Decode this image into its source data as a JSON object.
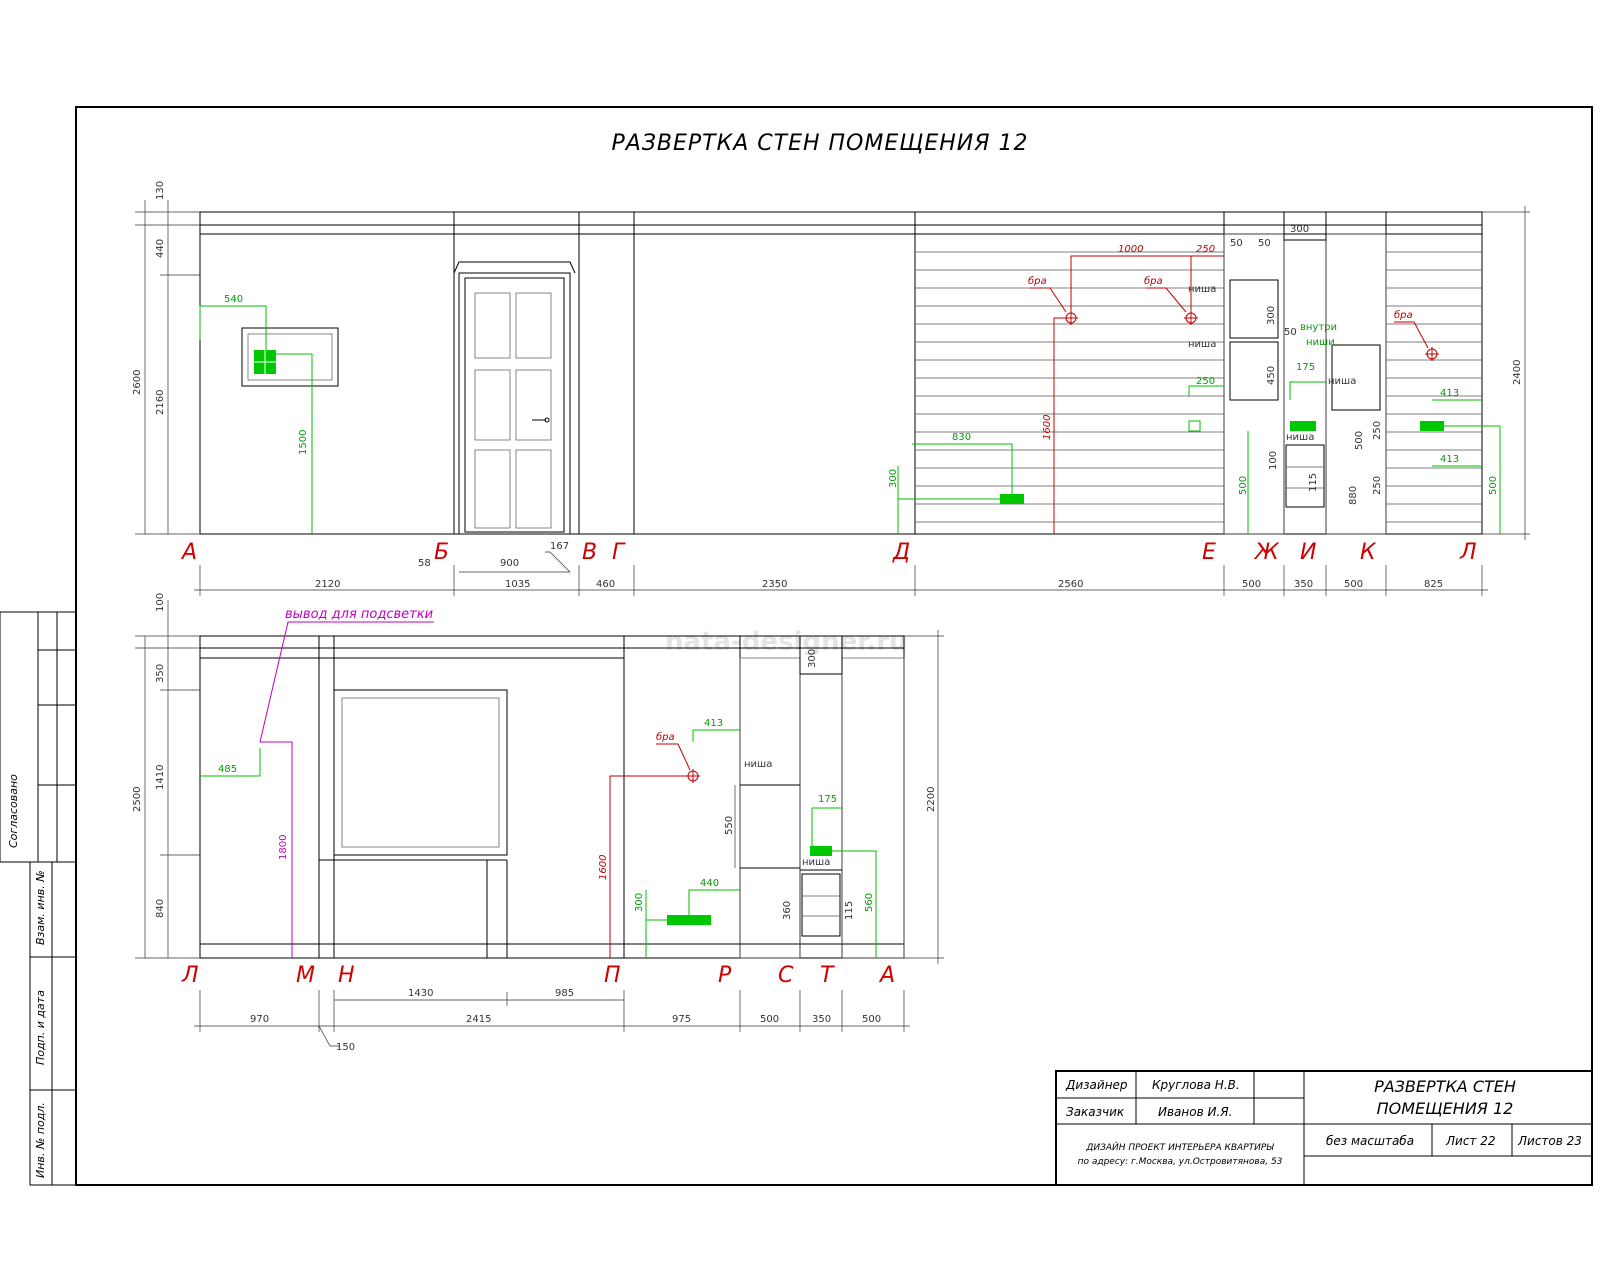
{
  "sheet_title": "РАЗВЕРТКА СТЕН ПОМЕЩЕНИЯ 12",
  "watermark": "nata-designer.ru",
  "annotations": {
    "lighting_outlet": "вывод для подсветки",
    "water_outlet": "бра",
    "niche": "ниша",
    "inside_niche_1": "внутри",
    "inside_niche_2": "ниши"
  },
  "upper_elevation": {
    "axis_labels": [
      "А",
      "Б",
      "В",
      "Г",
      "Д",
      "Е",
      "Ж",
      "И",
      "К",
      "Л"
    ],
    "bottom_dims": [
      "2120",
      "1035",
      "460",
      "2350",
      "2560",
      "500",
      "350",
      "500",
      "825"
    ],
    "extra_dims": [
      "58",
      "900",
      "167"
    ],
    "left_dims": [
      "130",
      "440",
      "2600",
      "2160"
    ],
    "right_dims": [
      "2400"
    ],
    "green_dims": [
      "540",
      "1500",
      "830",
      "300",
      "250",
      "175",
      "500",
      "413",
      "413",
      "500"
    ],
    "red_dims": [
      "1000",
      "250",
      "1600"
    ],
    "other_dims": [
      "50",
      "50",
      "300",
      "50",
      "300",
      "450",
      "100",
      "115",
      "500",
      "250",
      "250",
      "880"
    ]
  },
  "lower_elevation": {
    "axis_labels": [
      "Л",
      "М",
      "Н",
      "П",
      "Р",
      "С",
      "Т",
      "А"
    ],
    "bottom_dims": [
      "970",
      "2415",
      "975",
      "500",
      "350",
      "500"
    ],
    "top_dims": [
      "1430",
      "985"
    ],
    "extra_dims": [
      "150"
    ],
    "left_dims": [
      "100",
      "350",
      "1410",
      "2500",
      "840"
    ],
    "right_dims": [
      "2200"
    ],
    "green_dims": [
      "485",
      "413",
      "175",
      "440",
      "300",
      "560"
    ],
    "red_dims": [
      "1600"
    ],
    "magenta_dims": [
      "1800"
    ],
    "other_dims": [
      "300",
      "550",
      "360",
      "115"
    ]
  },
  "side_stamp": {
    "agreed": "Согласовано",
    "replaces": "Взам. инв. №",
    "sign_date": "Подп. и дата",
    "inv_no": "Инв. № подл."
  },
  "title_block": {
    "designer_role": "Дизайнер",
    "designer_name": "Круглова Н.В.",
    "client_role": "Заказчик",
    "client_name": "Иванов И.Я.",
    "project_line1": "ДИЗАЙН ПРОЕКТ ИНТЕРЬЕРА КВАРТИРЫ",
    "project_line2": "по адресу: г.Москва, ул.Островитянова, 53",
    "title_line1": "РАЗВЕРТКА СТЕН",
    "title_line2": "ПОМЕЩЕНИЯ 12",
    "scale": "без масштаба",
    "sheet": "Лист 22",
    "sheets": "Листов 23"
  }
}
